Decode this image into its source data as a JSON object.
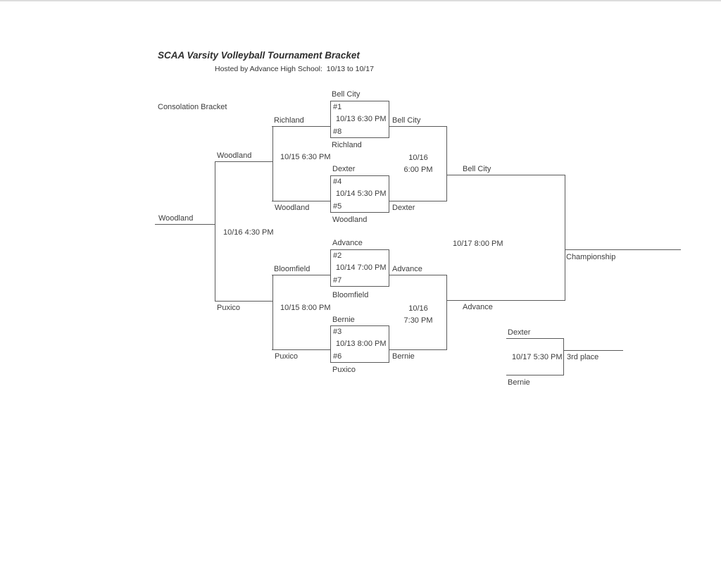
{
  "page": {
    "title": "SCAA Varsity Volleyball Tournament Bracket",
    "subtitle": "Hosted by Advance High School:  10/13 to 10/17",
    "consolation_label": "Consolation Bracket"
  },
  "round1": {
    "game1": {
      "top_team": "Bell City",
      "top_seed": "#1",
      "time": "10/13 6:30 PM",
      "bottom_seed": "#8",
      "bottom_team": "Richland",
      "loser_label": "Richland",
      "winner_label": "Bell City"
    },
    "game2": {
      "top_team": "Dexter",
      "top_seed": "#4",
      "time": "10/14 5:30 PM",
      "bottom_seed": "#5",
      "bottom_team": "Woodland",
      "loser_label": "Woodland",
      "winner_label": "Dexter"
    },
    "game3": {
      "top_team": "Advance",
      "top_seed": "#2",
      "time": "10/14 7:00 PM",
      "bottom_seed": "#7",
      "bottom_team": "Bloomfield",
      "loser_label": "Bloomfield",
      "winner_label": "Advance"
    },
    "game4": {
      "top_team": "Bernie",
      "top_seed": "#3",
      "time": "10/13 8:00 PM",
      "bottom_seed": "#6",
      "bottom_team": "Puxico",
      "loser_label": "Puxico",
      "winner_label": "Bernie"
    }
  },
  "semifinal1": {
    "date": "10/16",
    "time": "6:00 PM",
    "winner": "Bell City"
  },
  "semifinal2": {
    "date": "10/16",
    "time": "7:30 PM",
    "winner": "Advance"
  },
  "championship": {
    "datetime": "10/17 8:00 PM",
    "label": "Championship"
  },
  "third_place": {
    "top_team": "Dexter",
    "bottom_team": "Bernie",
    "datetime": "10/17 5:30 PM",
    "label": "3rd place"
  },
  "consolation": {
    "semifinal1": {
      "datetime": "10/15 6:30 PM",
      "winner": "Woodland"
    },
    "semifinal2": {
      "datetime": "10/15 8:00 PM",
      "winner": "Puxico"
    },
    "final": {
      "datetime": "10/16 4:30 PM",
      "winner": "Woodland"
    }
  }
}
